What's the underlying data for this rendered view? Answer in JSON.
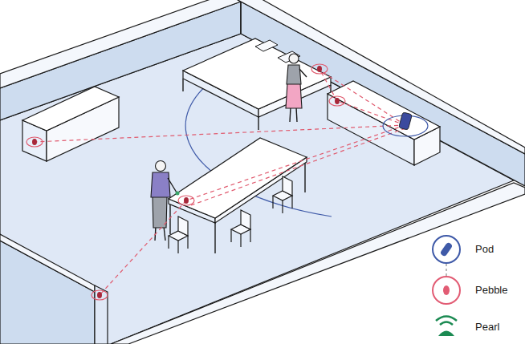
{
  "diagram": {
    "legend": [
      {
        "text": "Pod"
      },
      {
        "text": "Pebble"
      },
      {
        "text": "Pearl"
      }
    ]
  }
}
